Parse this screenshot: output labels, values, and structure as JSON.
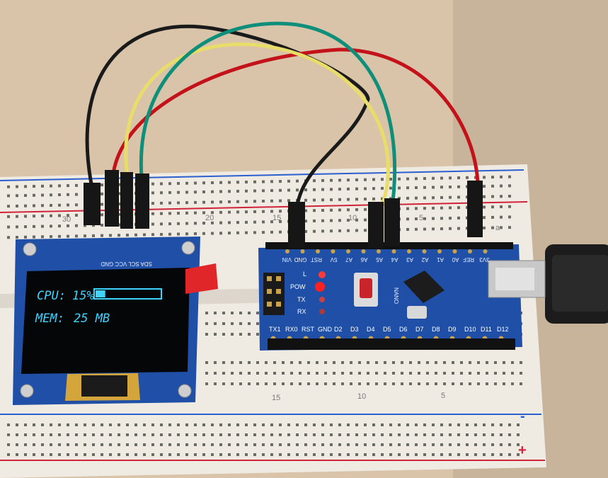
{
  "oled": {
    "cpu_label": "CPU:",
    "cpu_value": "15%",
    "cpu_bar_fraction": 0.15,
    "mem_label": "MEM:",
    "mem_value": "25 MB",
    "header_pins": "SDA SCL VCC GND"
  },
  "nano": {
    "board_label": "NANO",
    "top_pins": [
      "VIN",
      "GND",
      "RST",
      "5V",
      "A7",
      "A6",
      "A5",
      "A4",
      "A3",
      "A2",
      "A1",
      "A0",
      "REF",
      "3V3"
    ],
    "bottom_pins": [
      "TX1",
      "RX0",
      "RST",
      "GND",
      "D2",
      "D3",
      "D4",
      "D5",
      "D6",
      "D7",
      "D8",
      "D9",
      "D10",
      "D11",
      "D12"
    ],
    "led_labels": [
      "L",
      "POW",
      "TX",
      "RX"
    ]
  },
  "breadboard": {
    "row_numbers_top": [
      "30",
      "20",
      "15",
      "10",
      "5"
    ],
    "row_numbers_bottom": [
      "15",
      "10",
      "5"
    ],
    "column_letter_a": "a",
    "minus_sign": "-",
    "plus_sign": "+"
  },
  "colors": {
    "wire_black": "#1a1a1a",
    "wire_red": "#c4121a",
    "wire_yellow": "#e8dc6a",
    "wire_green": "#0f8f7a",
    "pcb_blue": "#1f4fa6",
    "oled_cyan": "#3fd4ff",
    "rail_red": "#d0243a",
    "rail_blue": "#2c5fd0"
  }
}
